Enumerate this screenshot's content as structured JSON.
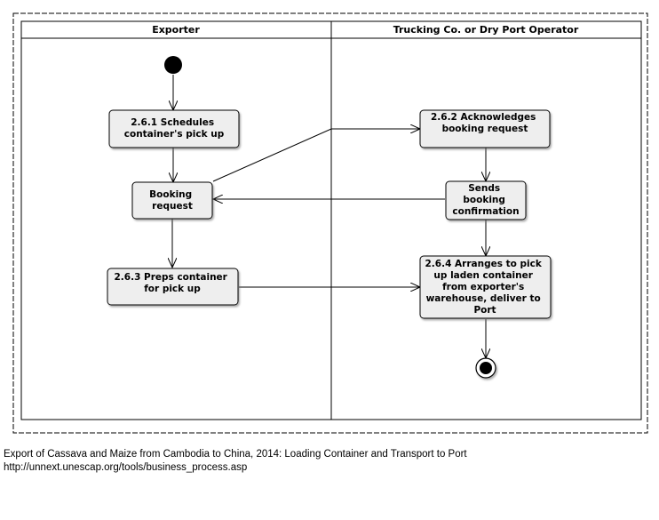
{
  "lanes": {
    "left_title": "Exporter",
    "right_title": "Trucking Co. or Dry Port Operator"
  },
  "nodes": {
    "schedules": [
      "2.6.1 Schedules",
      "container's pick up"
    ],
    "booking_request": [
      "Booking",
      "request"
    ],
    "preps": [
      "2.6.3 Preps container",
      "for pick up"
    ],
    "acknowledges": [
      "2.6.2 Acknowledges",
      "booking request"
    ],
    "sends": [
      "Sends",
      "booking",
      "confirmation"
    ],
    "arranges": [
      "2.6.4 Arranges to pick",
      "up laden container",
      "from exporter's",
      "warehouse, deliver to",
      "Port"
    ]
  },
  "caption": {
    "line1": "Export of Cassava and Maize from Cambodia to China, 2014: Loading Container and Transport to Port",
    "line2": "http://unnext.unescap.org/tools/business_process.asp"
  },
  "colors": {
    "node_fill": "#eeeeee",
    "stroke": "#000000",
    "background": "#ffffff"
  }
}
